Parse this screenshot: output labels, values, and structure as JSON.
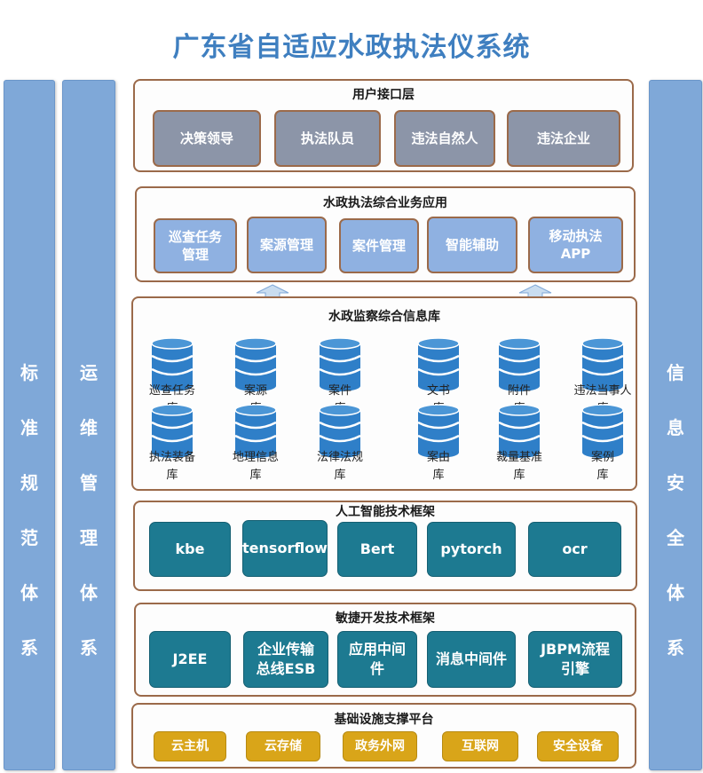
{
  "title": "广东省自适应水政执法仪系统",
  "left_bars": [
    {
      "chars": [
        "标",
        "准",
        "规",
        "范",
        "体",
        "系"
      ]
    },
    {
      "chars": [
        "运",
        "维",
        "管",
        "理",
        "体",
        "系"
      ]
    }
  ],
  "right_bar": {
    "chars": [
      "信",
      "息",
      "安",
      "全",
      "体",
      "系"
    ]
  },
  "user_layer": {
    "title": "用户接口层",
    "items": [
      "决策领导",
      "执法队员",
      "违法自然人",
      "违法企业"
    ]
  },
  "app_layer": {
    "title": "水政执法综合业务应用",
    "items": [
      "巡查任务\n管理",
      "案源管理",
      "案件管理",
      "智能辅助",
      "移动执法\nAPP"
    ]
  },
  "db_layer": {
    "title": "水政监察综合信息库",
    "row1": [
      "巡查任务\n库",
      "案源\n库",
      "案件\n库",
      "文书\n库",
      "附件\n库",
      "违法当事人\n库"
    ],
    "row2": [
      "执法装备\n库",
      "地理信息\n库",
      "法律法规\n库",
      "案由\n库",
      "裁量基准\n库",
      "案例\n库"
    ]
  },
  "ai_layer": {
    "title": "人工智能技术框架",
    "items": [
      "kbe",
      "tensorflow",
      "Bert",
      "pytorch",
      "ocr"
    ]
  },
  "dev_layer": {
    "title": "敏捷开发技术框架",
    "items": [
      "J2EE",
      "企业传输\n总线ESB",
      "应用中间\n件",
      "消息中间件",
      "JBPM流程\n引擎"
    ]
  },
  "infra_layer": {
    "title": "基础设施支撑平台",
    "items": [
      "云主机",
      "云存储",
      "政务外网",
      "互联网",
      "安全设备"
    ]
  },
  "colors": {
    "title": "#3f7fc0",
    "sidebar": "#7fa8d8",
    "layer_border": "#9b6a4a",
    "user_box": "#8c95a8",
    "app_box": "#8fb1e1",
    "tech_box": "#1d7a91",
    "infra_box": "#d9a519",
    "database": "#2f7fc8"
  },
  "icons": {
    "database": "database-icon",
    "arrow": "up-arrow-icon"
  }
}
